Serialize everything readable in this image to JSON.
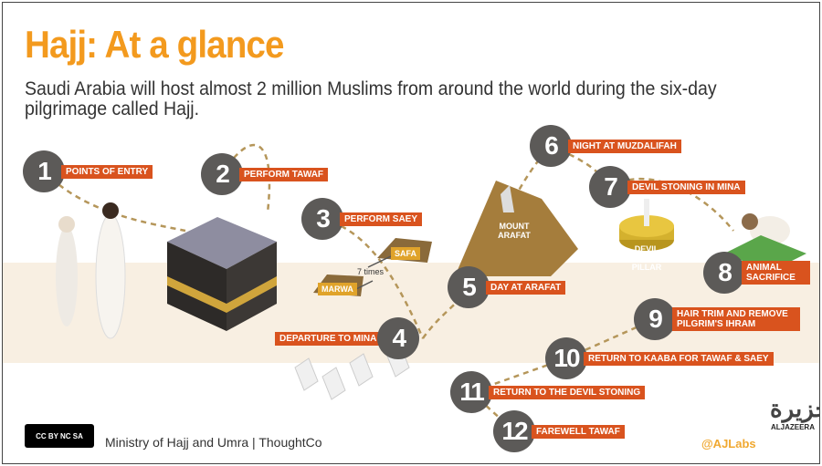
{
  "header": {
    "title": "Hajj: At a glance",
    "subtitle": "Saudi Arabia will host almost 2 million Muslims from around the world during the six-day pilgrimage called Hajj."
  },
  "steps": [
    {
      "n": "1",
      "label": "POINTS OF ENTRY"
    },
    {
      "n": "2",
      "label": "PERFORM TAWAF"
    },
    {
      "n": "3",
      "label": "PERFORM SAEY"
    },
    {
      "n": "4",
      "label": "DEPARTURE TO MINA"
    },
    {
      "n": "5",
      "label": "DAY AT ARAFAT"
    },
    {
      "n": "6",
      "label": "NIGHT AT MUZDALIFAH"
    },
    {
      "n": "7",
      "label": "DEVIL STONING IN MINA"
    },
    {
      "n": "8",
      "label": "ANIMAL SACRIFICE"
    },
    {
      "n": "9",
      "label": "HAIR TRIM AND REMOVE PILGRIM'S IHRAM"
    },
    {
      "n": "10",
      "label": "RETURN TO KAABA FOR TAWAF & SAEY"
    },
    {
      "n": "11",
      "label": "RETURN TO THE DEVIL STONING"
    },
    {
      "n": "12",
      "label": "FAREWELL TAWAF"
    }
  ],
  "illustration": {
    "safa": "SAFA",
    "marwa": "MARWA",
    "times": "7 times",
    "arafat": "MOUNT ARAFAT",
    "pillar": "DEVIL STONING PILLAR"
  },
  "footer": {
    "license": "CC BY NC SA",
    "credit": "Ministry of Hajj and Umra | ThoughtCo",
    "handle": "@AJLabs",
    "logo": "ALJAZEERA"
  },
  "colors": {
    "title": "#f39a1e",
    "label": "#d9531e",
    "circle": "#5c5a58"
  }
}
